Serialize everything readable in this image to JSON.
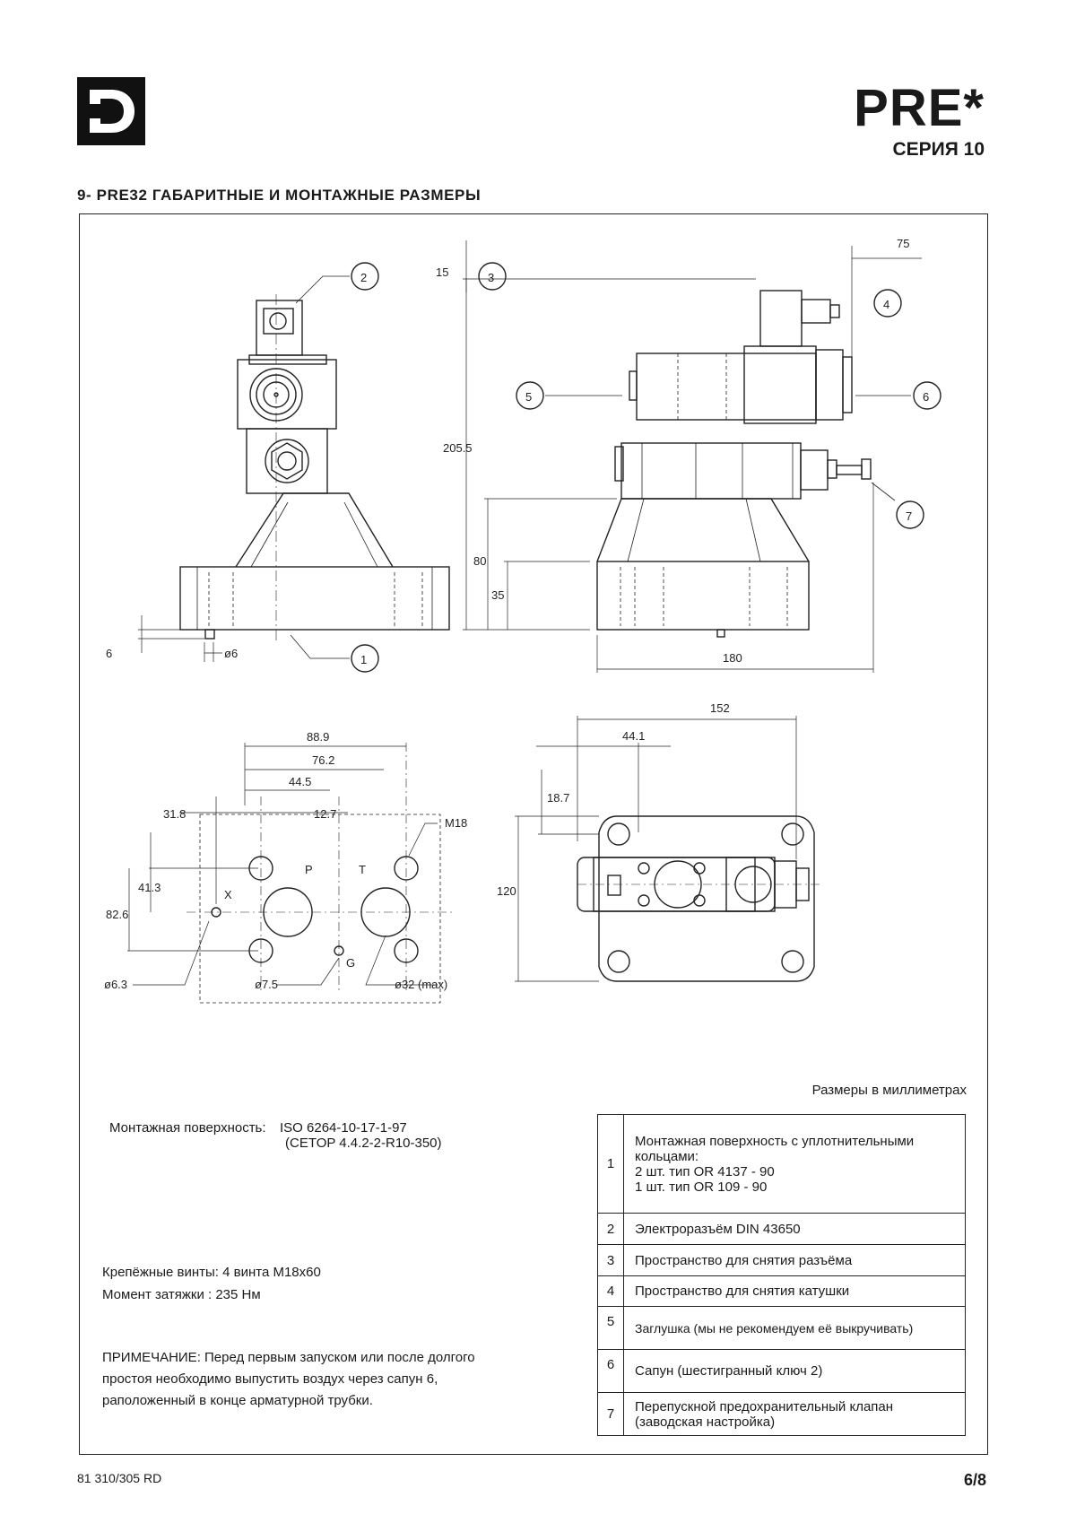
{
  "header": {
    "logo_name": "D-logo",
    "title": "PRE*",
    "series": "СЕРИЯ 10",
    "section": "9- PRE32 ГАБАРИТНЫЕ И МОНТАЖНЫЕ РАЗМЕРЫ"
  },
  "drawing": {
    "dims": {
      "d6": "6",
      "d_phi6": "ø6",
      "d15": "15",
      "d75": "75",
      "d205": "205.5",
      "d80": "80",
      "d35": "35",
      "d180": "180",
      "d889": "88.9",
      "d762": "76.2",
      "d445": "44.5",
      "d318": "31.8",
      "d127": "12.7",
      "dM18": "M18",
      "d413": "41.3",
      "d826": "82.6",
      "dphi63": "ø6.3",
      "dphi75": "ø7.5",
      "dphi32": "ø32 (max)",
      "d152": "152",
      "d441": "44.1",
      "d187": "18.7",
      "d120": "120"
    },
    "ports": {
      "p": "P",
      "t": "T",
      "x": "X",
      "g": "G"
    },
    "callouts": [
      "1",
      "2",
      "3",
      "4",
      "5",
      "6",
      "7"
    ]
  },
  "units_note": "Размеры в миллиметрах",
  "mounting": {
    "label": "Монтажная поверхность:",
    "value": "ISO 6264-10-17-1-97",
    "value2": "(CETOP 4.4.2-2-R10-350)"
  },
  "screws": {
    "line1": "Крепёжные винты: 4 винта M18x60",
    "line2": "Момент затяжки  : 235 Нм"
  },
  "note": {
    "line1": "ПРИМЕЧАНИЕ: Перед первым запуском или после долгого",
    "line2": "простоя необходимо выпустить воздух через сапун 6,",
    "line3": "раположенный в конце арматурной трубки."
  },
  "legend": [
    {
      "num": "1",
      "l1": "Монтажная поверхность с уплотнительными",
      "l2": "кольцами:",
      "l3": "2 шт. тип OR 4137 - 90",
      "l4": "1 шт. тип OR 109 - 90"
    },
    {
      "num": "2",
      "text": "Электроразъём DIN 43650"
    },
    {
      "num": "3",
      "text": "Пространство для снятия разъёма"
    },
    {
      "num": "4",
      "text": "Пространство для снятия катушки"
    },
    {
      "num": "5",
      "text": "Заглушка (мы не рекомендуем её выкручивать)"
    },
    {
      "num": "6",
      "text": "Сапун (шестигранный ключ 2)"
    },
    {
      "num": "7",
      "l1": "Перепускной предохранительный клапан",
      "l2": "(заводская настройка)"
    }
  ],
  "footer": {
    "code": "81 310/305 RD",
    "page": "6/8"
  }
}
